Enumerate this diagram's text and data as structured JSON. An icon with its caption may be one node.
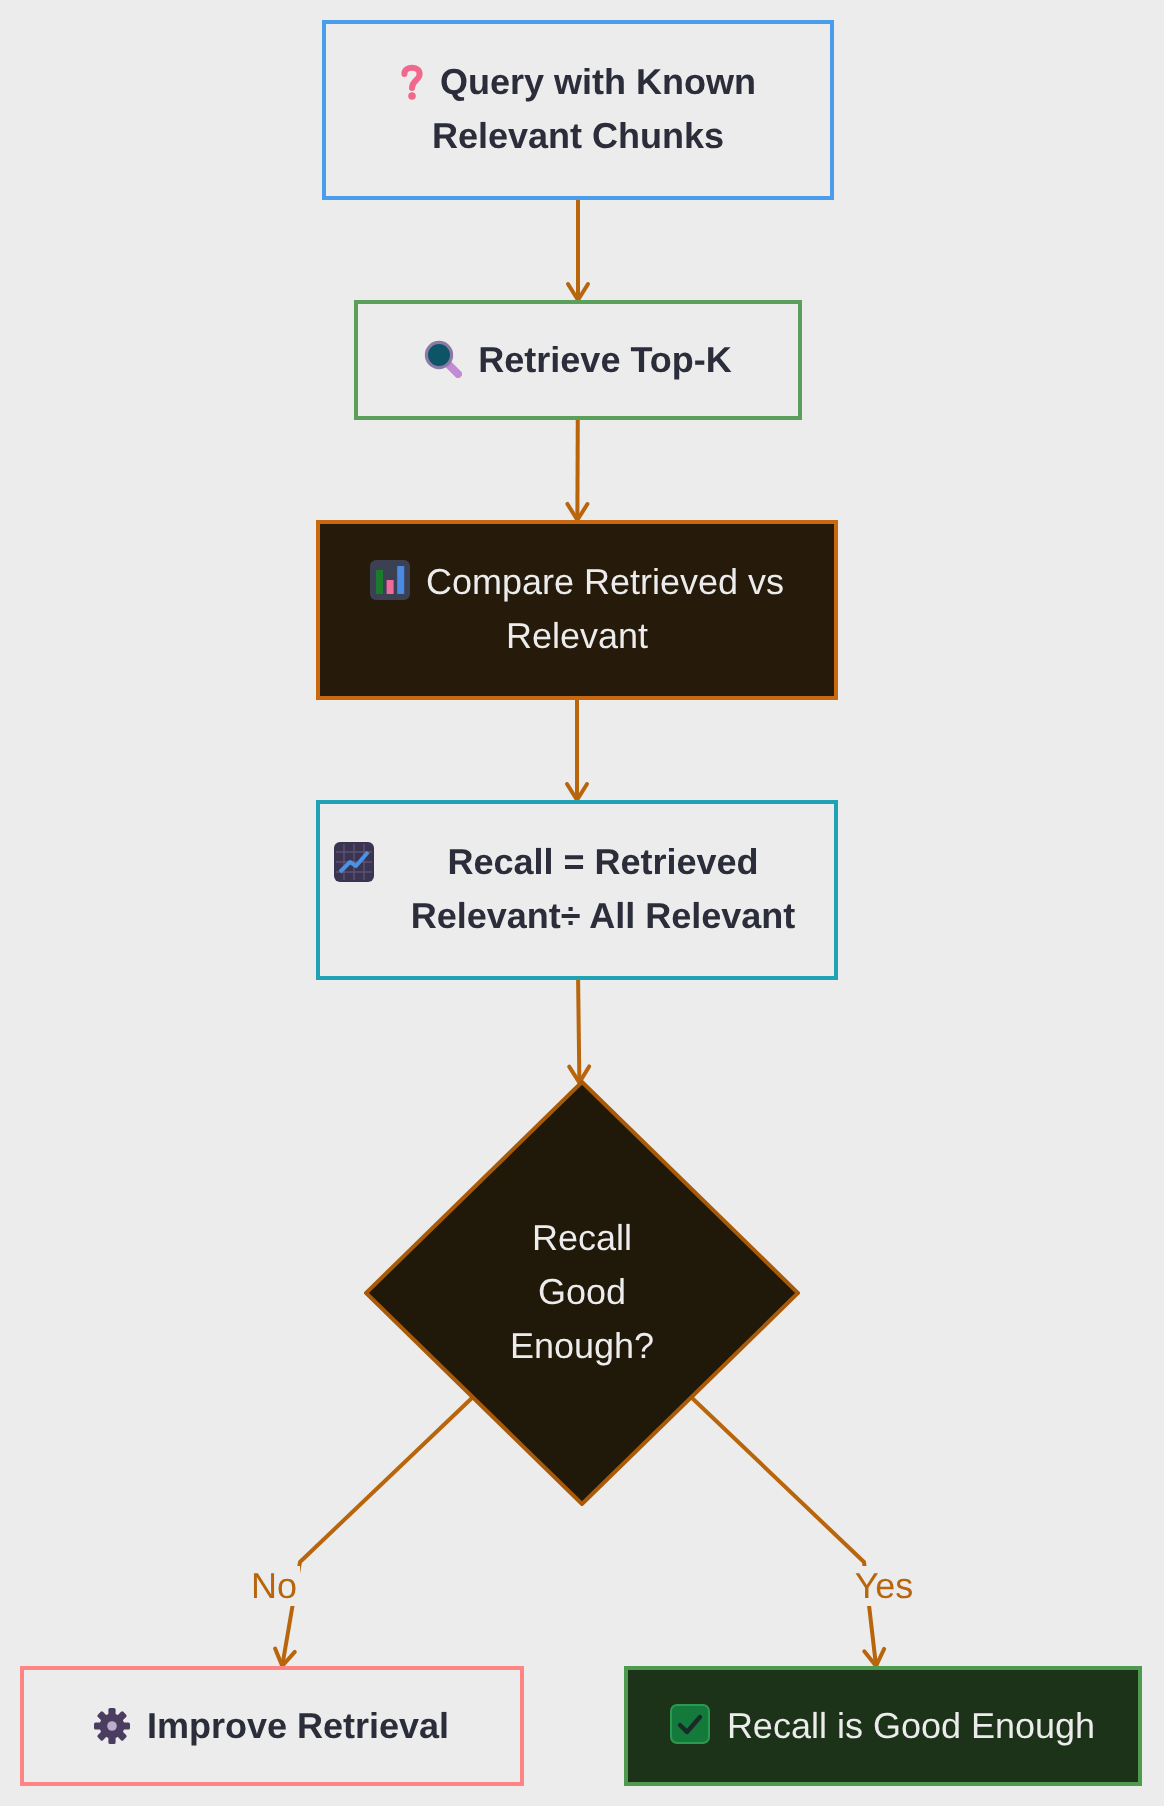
{
  "diagram": {
    "nodes": [
      {
        "text": [
          "Query with Known Relevant Chunks"
        ]
      },
      {
        "text": [
          "Retrieve Top-K"
        ]
      },
      {
        "text": [
          "Compare Retrieved vs Relevant"
        ]
      },
      {
        "text": [
          "Recall = Retrieved Relevant÷ All Relevant"
        ]
      },
      {
        "text": [
          "Recall Good Enough?"
        ]
      },
      {
        "text": [
          "Improve Retrieval"
        ]
      },
      {
        "text": [
          "Recall is Good Enough"
        ]
      }
    ],
    "edges": [
      {
        "from": 0,
        "to": 1,
        "arrow": "to"
      },
      {
        "from": 1,
        "to": 2,
        "arrow": "to"
      },
      {
        "from": 2,
        "to": 3,
        "arrow": "to"
      },
      {
        "from": 3,
        "to": 4,
        "arrow": "to"
      },
      {
        "from": 4,
        "to": 5,
        "arrow": "to",
        "label": "No"
      },
      {
        "from": 4,
        "to": 6,
        "arrow": "to",
        "label": "Yes"
      }
    ]
  }
}
